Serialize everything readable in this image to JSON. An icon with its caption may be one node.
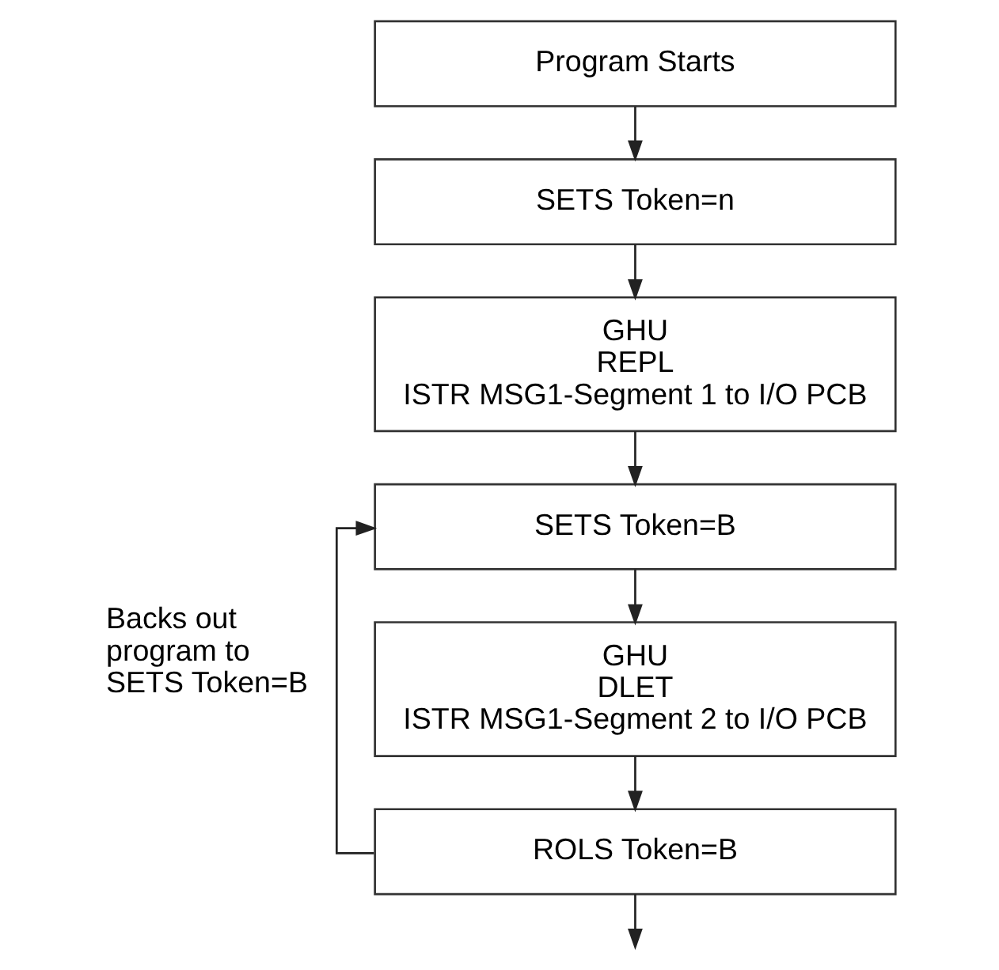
{
  "diagram": {
    "nodes": [
      {
        "text": [
          "Program Starts"
        ]
      },
      {
        "text": [
          "SETS Token=n"
        ]
      },
      {
        "text": [
          "GHU",
          "REPL",
          "ISTR MSG1-Segment 1 to I/O PCB"
        ]
      },
      {
        "text": [
          "SETS Token=B"
        ]
      },
      {
        "text": [
          "GHU",
          "DLET",
          "ISTR MSG1-Segment 2 to I/O PCB"
        ]
      },
      {
        "text": [
          "ROLS Token=B"
        ]
      }
    ],
    "edges": [
      {
        "from": 0,
        "to": 1,
        "arrow": "to"
      },
      {
        "from": 1,
        "to": 2,
        "arrow": "to"
      },
      {
        "from": 2,
        "to": 3,
        "arrow": "to"
      },
      {
        "from": 3,
        "to": 4,
        "arrow": "to"
      },
      {
        "from": 4,
        "to": 5,
        "arrow": "to"
      },
      {
        "from": 5,
        "to": 3,
        "arrow": "to",
        "label": "Backs out program to SETS Token=B"
      },
      {
        "from": 5,
        "to": null,
        "arrow": "to"
      }
    ]
  }
}
